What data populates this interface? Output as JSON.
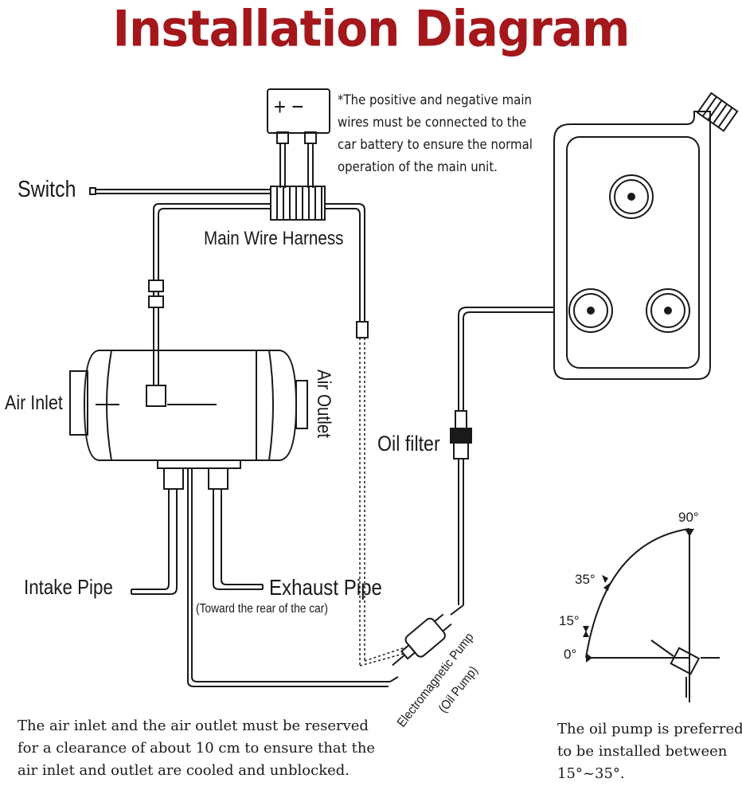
{
  "title": "Installation Diagram",
  "battery": {
    "symbol": "+ −",
    "note": [
      "*The positive and negative main",
      "wires must be connected to the",
      "car battery to ensure the normal",
      "operation of the main unit."
    ]
  },
  "labels": {
    "switch": "Switch",
    "main_wire_harness": "Main Wire Harness",
    "air_inlet": "Air Inlet",
    "air_outlet": "Air Outlet",
    "oil_filter": "Oil filter",
    "intake_pipe": "Intake Pipe",
    "exhaust_pipe": "Exhaust Pipe",
    "exhaust_note": "(Toward the rear of the car)",
    "pump_line1": "Electromagnetic Pump",
    "pump_line2": "(Oil Pump)"
  },
  "angles": {
    "a90": "90°",
    "a35": "35°",
    "a15": "15°",
    "a0": "0°"
  },
  "notes": {
    "clearance": [
      "The air inlet and the air outlet must be reserved",
      "for a clearance of about 10 cm to ensure that the",
      "air inlet and outlet are cooled and unblocked."
    ],
    "pump_angle": [
      "The oil pump is preferred",
      "to be installed between",
      "15°~35°."
    ]
  },
  "colors": {
    "title": "#a4171b",
    "line": "#1a1a1a"
  }
}
